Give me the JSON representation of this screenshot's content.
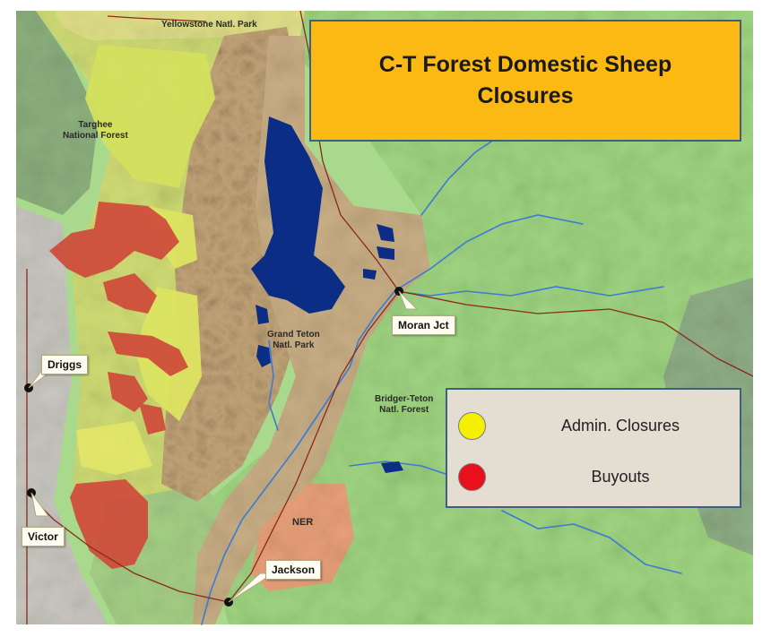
{
  "title": {
    "line1": "C-T Forest Domestic Sheep",
    "line2": "Closures"
  },
  "legend": {
    "items": [
      {
        "label": "Admin.  Closures",
        "color": "#f5f000"
      },
      {
        "label": "Buyouts",
        "color": "#e8101a"
      }
    ]
  },
  "places": {
    "yellowstone": "Yellowstone Natl. Park",
    "targhee_line1": "Targhee",
    "targhee_line2": "National Forest",
    "grand_teton_line1": "Grand Teton",
    "grand_teton_line2": "Natl. Park",
    "bridger_teton_line1": "Bridger-Teton",
    "bridger_teton_line2": "Natl. Forest",
    "ner": "NER"
  },
  "towns": {
    "moran": "Moran Jct",
    "driggs": "Driggs",
    "victor": "Victor",
    "jackson": "Jackson"
  },
  "colors": {
    "title_fill": "#fdb913",
    "legend_fill": "#e3ddd2",
    "forest_green": "#9ad47c",
    "park_tan": "#c8ae84",
    "lake_blue": "#0b2d86",
    "admin_yellow": "#d8e06a",
    "buyout_red": "#cf4a3a",
    "ner_salmon": "#e8a07a"
  }
}
